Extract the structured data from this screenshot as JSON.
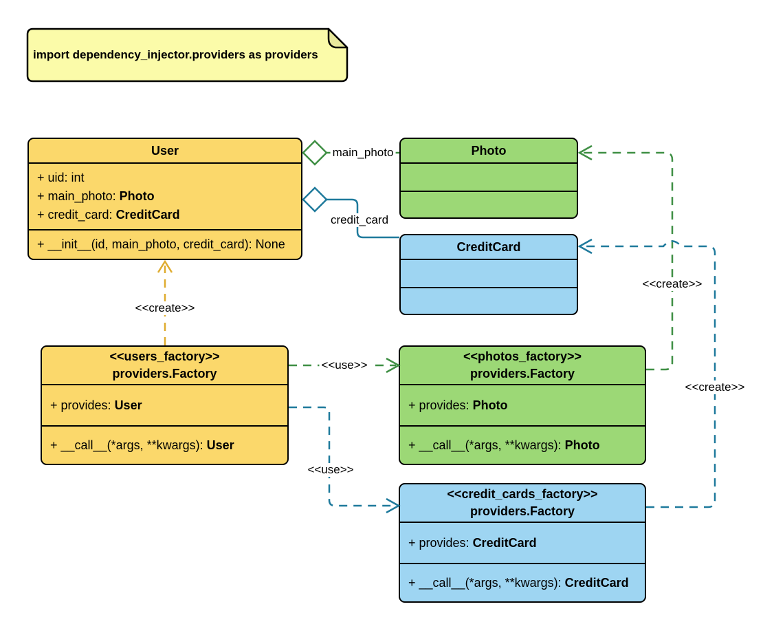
{
  "note": {
    "text": "import dependency_injector.providers as providers"
  },
  "colors": {
    "class_yellow": "#FBD86B",
    "class_green": "#9CD876",
    "class_blue": "#9ED5F2",
    "note_fill": "#FBFBA9",
    "note_fold": "#E8E89C",
    "edge_gold": "#DFAC2F",
    "edge_green": "#3F8F44",
    "edge_blue": "#1F7A9C",
    "border": "#000000"
  },
  "classes": {
    "user": {
      "title": "User",
      "attributes": [
        {
          "pre": "+ uid: int",
          "bold": ""
        },
        {
          "pre": "+ main_photo: ",
          "bold": "Photo"
        },
        {
          "pre": "+ credit_card: ",
          "bold": "CreditCard"
        }
      ],
      "methods": [
        {
          "pre": "+ __init__(id, main_photo, credit_card): None",
          "bold": ""
        }
      ]
    },
    "photo": {
      "title": "Photo"
    },
    "credit_card": {
      "title": "CreditCard"
    },
    "users_factory": {
      "stereotype": "<<users_factory>>",
      "title": "providers.Factory",
      "provides": {
        "pre": "+ provides: ",
        "bold": "User"
      },
      "call": {
        "pre": "+ __call__(*args, **kwargs): ",
        "bold": "User"
      }
    },
    "photos_factory": {
      "stereotype": "<<photos_factory>>",
      "title": "providers.Factory",
      "provides": {
        "pre": "+ provides: ",
        "bold": "Photo"
      },
      "call": {
        "pre": "+ __call__(*args, **kwargs): ",
        "bold": "Photo"
      }
    },
    "credit_cards_factory": {
      "stereotype": "<<credit_cards_factory>>",
      "title": "providers.Factory",
      "provides": {
        "pre": "+ provides: ",
        "bold": "CreditCard"
      },
      "call": {
        "pre": "+ __call__(*args, **kwargs): ",
        "bold": "CreditCard"
      }
    }
  },
  "edge_labels": {
    "main_photo": "main_photo",
    "credit_card": "credit_card",
    "create_user": "<<create>>",
    "use_photos": "<<use>>",
    "use_credit_cards": "<<use>>",
    "create_photo": "<<create>>",
    "create_credit_card": "<<create>>"
  }
}
